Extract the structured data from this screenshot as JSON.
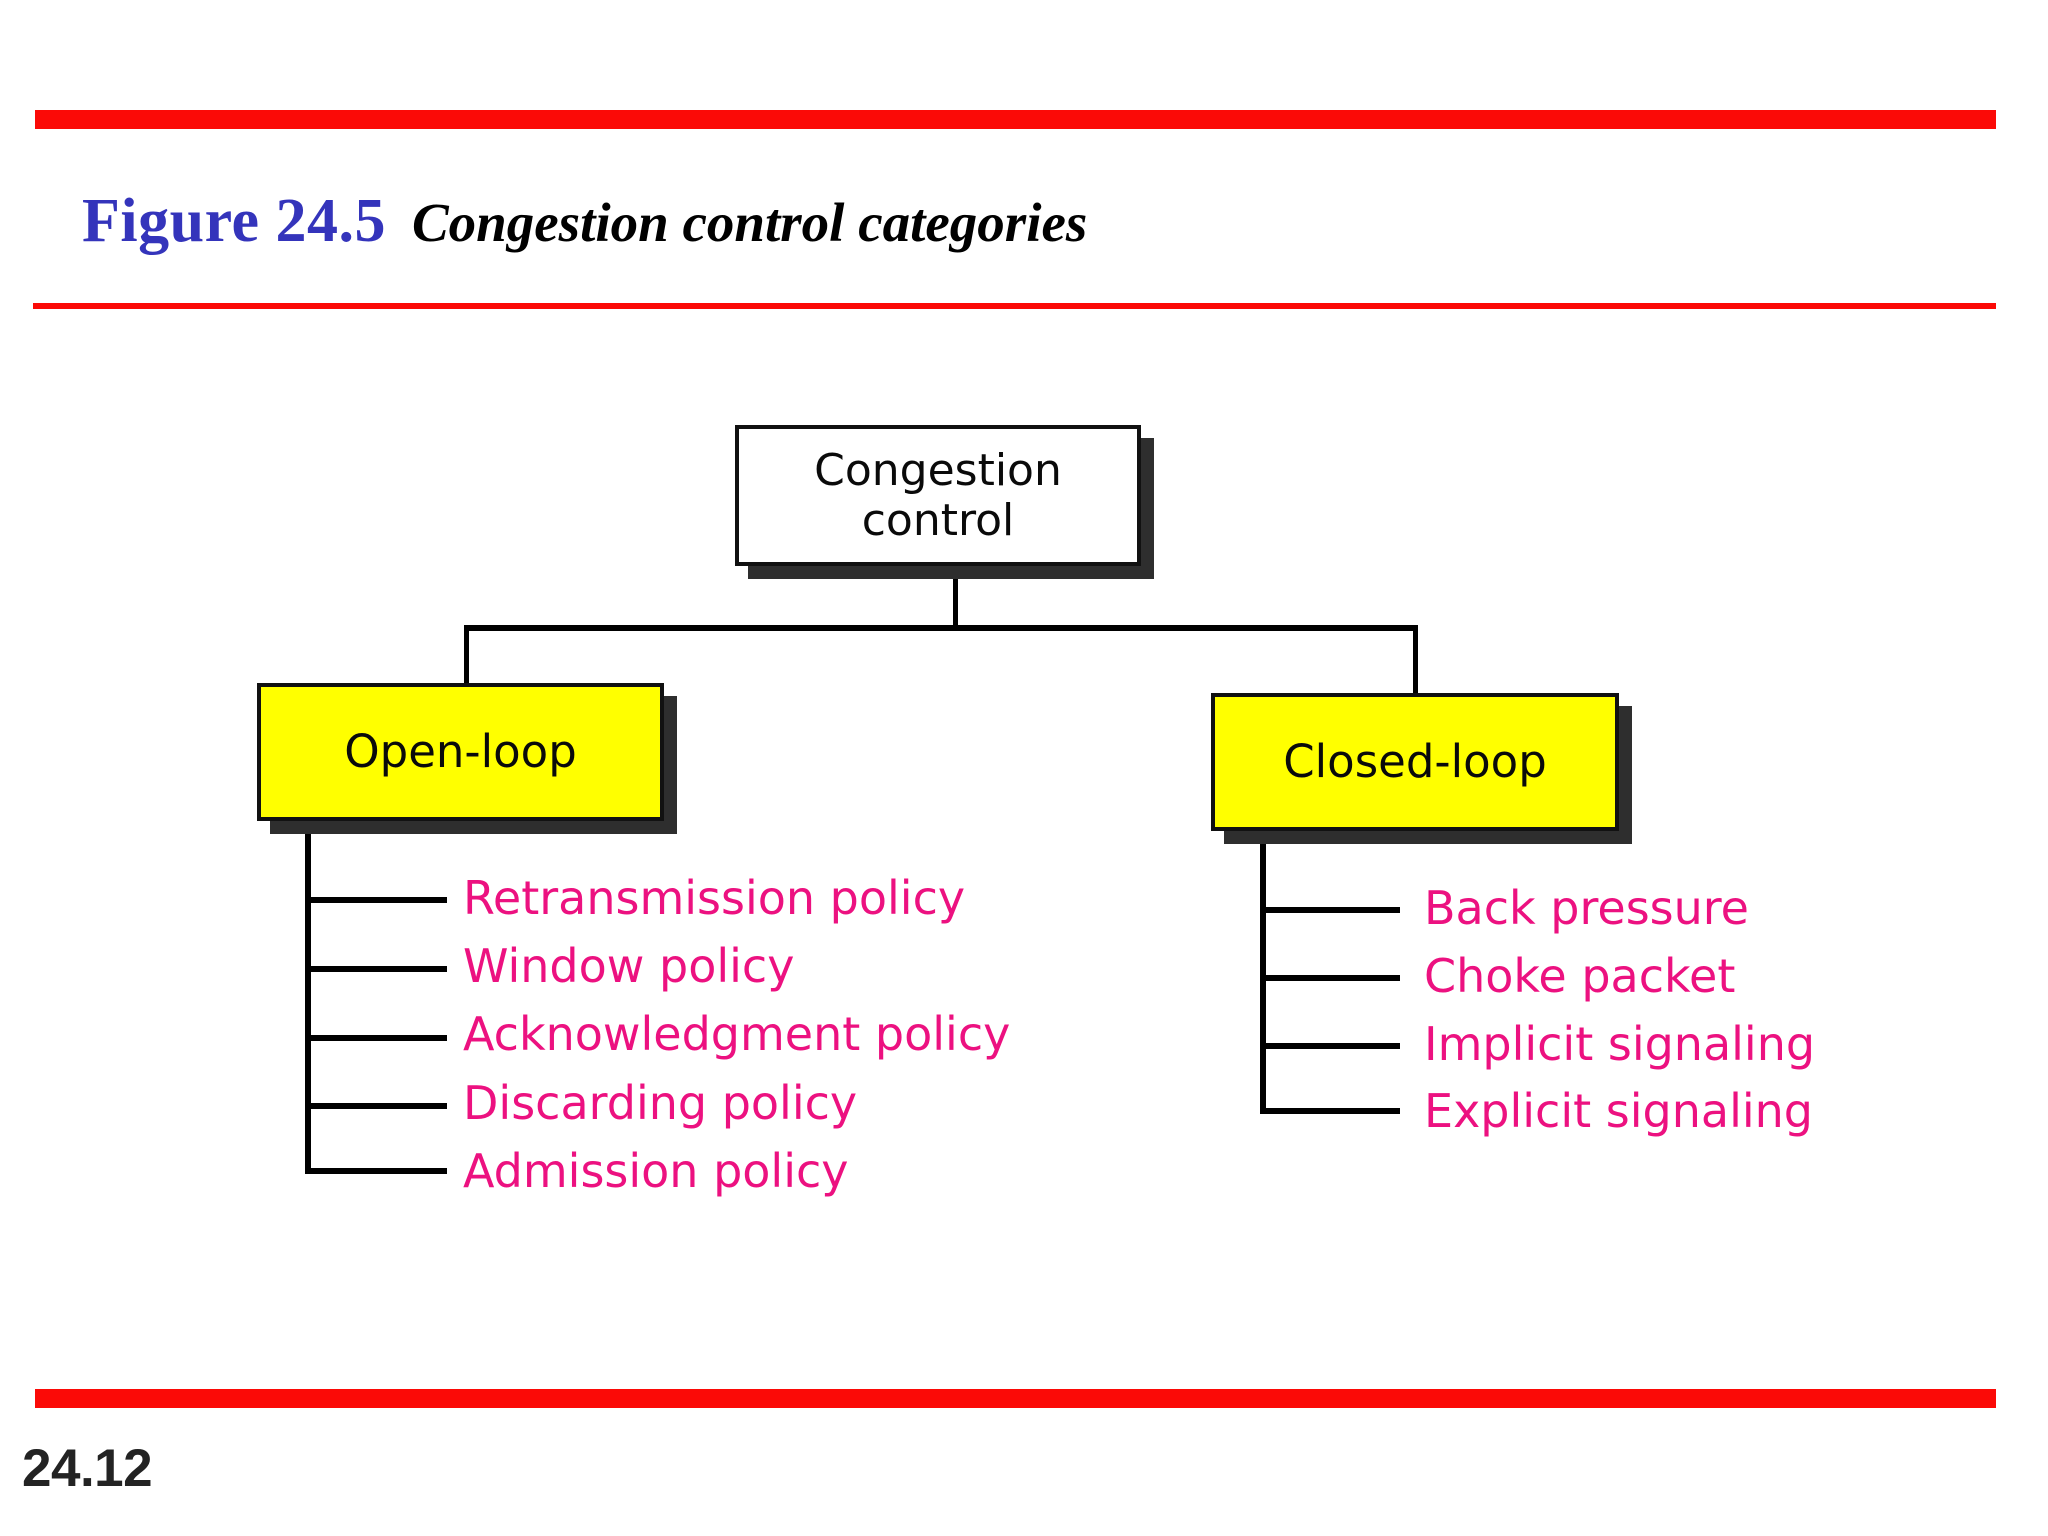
{
  "slide": {
    "page_number": "24.12",
    "figure_number": "Figure 24.5",
    "figure_caption": "Congestion control categories"
  },
  "colors": {
    "rule_red": "#fb0a07",
    "figure_number_blue": "#3434bb",
    "caption_black": "#000000",
    "node_yellow": "#ffff00",
    "node_white": "#ffffff",
    "node_border": "#111111",
    "node_shadow": "#2e2e2e",
    "leaf_magenta": "#ec1180",
    "connector_black": "#000000",
    "page_number": "#232323"
  },
  "chart_data": {
    "type": "diagram",
    "diagram_kind": "tree",
    "title": "Congestion control categories",
    "root": {
      "id": "congestion-control",
      "label": "Congestion control",
      "label_line1": "Congestion",
      "label_line2": "control",
      "fill": "#ffffff"
    },
    "branches": [
      {
        "id": "open-loop",
        "label": "Open-loop",
        "fill": "#ffff00",
        "leaves": [
          "Retransmission policy",
          "Window policy",
          "Acknowledgment policy",
          "Discarding policy",
          "Admission policy"
        ]
      },
      {
        "id": "closed-loop",
        "label": "Closed-loop",
        "fill": "#ffff00",
        "leaves": [
          "Back pressure",
          "Choke packet",
          "Implicit signaling",
          "Explicit signaling"
        ]
      }
    ],
    "leaf_text_color": "#ec1180",
    "legend": null,
    "grid": false
  }
}
